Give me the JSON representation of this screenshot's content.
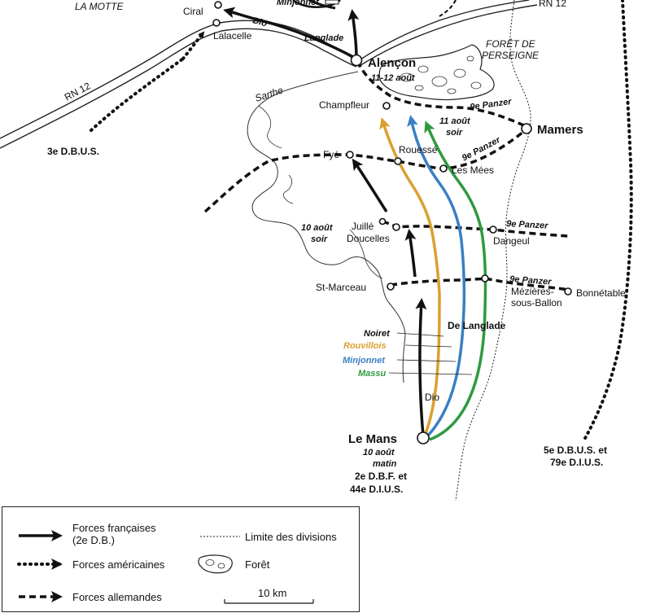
{
  "places": {
    "la_motte": "LA MOTTE",
    "ciral": "Ciral",
    "lalacelle": "Lalacelle",
    "rn12_left": "RN 12",
    "rn12_right": "RN 12",
    "alencon": "Alençon",
    "alencon_date": "11-12 août",
    "foret_de": "FORÊT DE",
    "perseigne": "PERSEIGNE",
    "sarthe": "Sarthe",
    "champfleur": "Champfleur",
    "mamers": "Mamers",
    "fye": "Fyé",
    "rouesse": "Rouessé",
    "les_mees": "Les Mées",
    "juille": "Juillé",
    "doucelles": "Doucelles",
    "dangeul": "Dangeul",
    "st_marceau": "St-Marceau",
    "mezieres_1": "Mézières-",
    "mezieres_2": "sous-Ballon",
    "bonnetable": "Bonnétable",
    "le_mans": "Le Mans",
    "le_mans_date_1": "10 août",
    "le_mans_date_2": "matin"
  },
  "annotations": {
    "dio_top": "Dio",
    "minjonnet_top": "Minjonnet",
    "langlade_top": "Langlade",
    "d11_aout": "11 août",
    "d11_soir": "soir",
    "d10_aout": "10 août",
    "d10_soir": "soir",
    "de_langlade": "De Langlade",
    "dio": "Dio"
  },
  "units": {
    "dbus3": "3e D.B.U.S.",
    "dbus5_1": "5e D.B.U.S. et",
    "dbus5_2": "79e D.I.U.S.",
    "dbf2_1": "2e D.B.F. et",
    "dbf2_2": "44e D.I.U.S.",
    "panzer_1": "9e Panzer",
    "panzer_2": "9e Panzer",
    "panzer_3": "9e Panzer",
    "panzer_4": "9e Panzer"
  },
  "columns": [
    {
      "name": "Noiret",
      "color": "#111111"
    },
    {
      "name": "Rouvillois",
      "color": "#d9a030"
    },
    {
      "name": "Minjonnet",
      "color": "#3a7fc4"
    },
    {
      "name": "Massu",
      "color": "#2e9a3e"
    }
  ],
  "legend": {
    "french_1": "Forces françaises",
    "french_2": "(2e D.B.)",
    "american": "Forces américaines",
    "german": "Forces allemandes",
    "division_limit": "Limite des divisions",
    "forest": "Forêt",
    "scale": "10 km"
  },
  "colors": {
    "french": "#111111",
    "rouvillois": "#d9a030",
    "minjonnet": "#3a7fc4",
    "massu": "#2e9a3e"
  }
}
